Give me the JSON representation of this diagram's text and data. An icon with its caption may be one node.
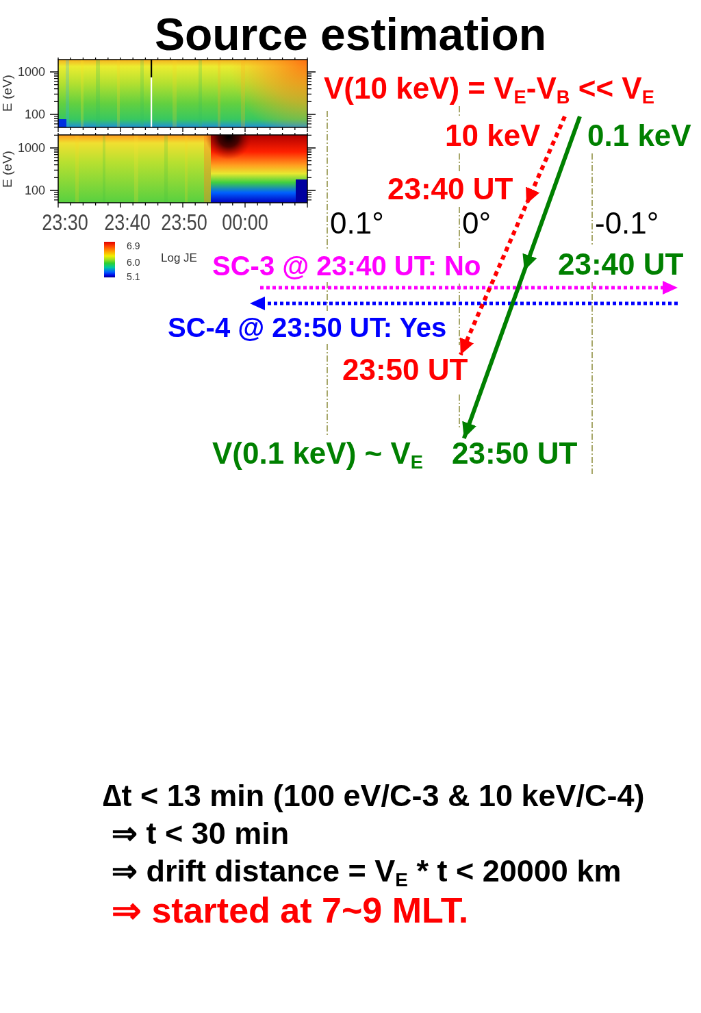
{
  "diagram": {
    "title": "Source estimation",
    "nodes": [
      {
        "text": [
          "23:50 UT"
        ]
      },
      {
        "text": [
          "23:50 UT"
        ]
      }
    ],
    "edges": [
      {
        "from": null,
        "to": 0,
        "arrow": "to",
        "style": "dashed",
        "color": "#ff0000"
      },
      {
        "from": null,
        "to": 1,
        "arrow": "to",
        "color": "#008000"
      }
    ],
    "labels": [
      "E (eV)",
      "1000",
      "100",
      "E (eV)",
      "1000",
      "100",
      "23:30",
      "23:40",
      "23:50",
      "00:00",
      "6.9",
      "6.0",
      "5.1",
      "Log JE",
      "V(10 keV) = V$_{E}$-V$_{B}$ << V$_{E}$",
      "10 keV",
      "0.1 keV",
      "23:40 UT",
      "0.1°",
      "0°",
      "-0.1°",
      "SC-3 @ 23:40 UT: No",
      "23:40 UT",
      "SC-4 @ 23:50 UT: Yes",
      "V(0.1 keV) ~ V$_{E}$",
      "∆t < 13 min (100 eV/C-3 & 10 keV/C-4)",
      "⇒ t < 30 min",
      "⇒ drift distance = V$_{E}$ * t < 20000 km",
      "⇒ started at 7~9 MLT."
    ]
  }
}
